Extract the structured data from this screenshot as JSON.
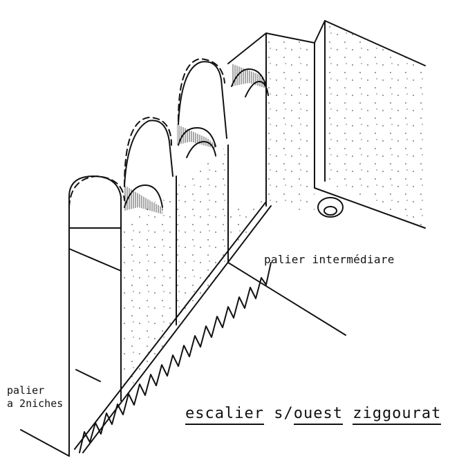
{
  "labels": {
    "intermediate_landing": "palier intermédiare",
    "niche_landing_line1": "palier",
    "niche_landing_line2": "a 2niches",
    "caption_part1": "escalier",
    "caption_part2": "s/",
    "caption_part3": "ouest",
    "caption_part4": "ziggourat"
  },
  "colors": {
    "ink": "#111111",
    "paper": "#ffffff",
    "stipple": "#555555"
  }
}
